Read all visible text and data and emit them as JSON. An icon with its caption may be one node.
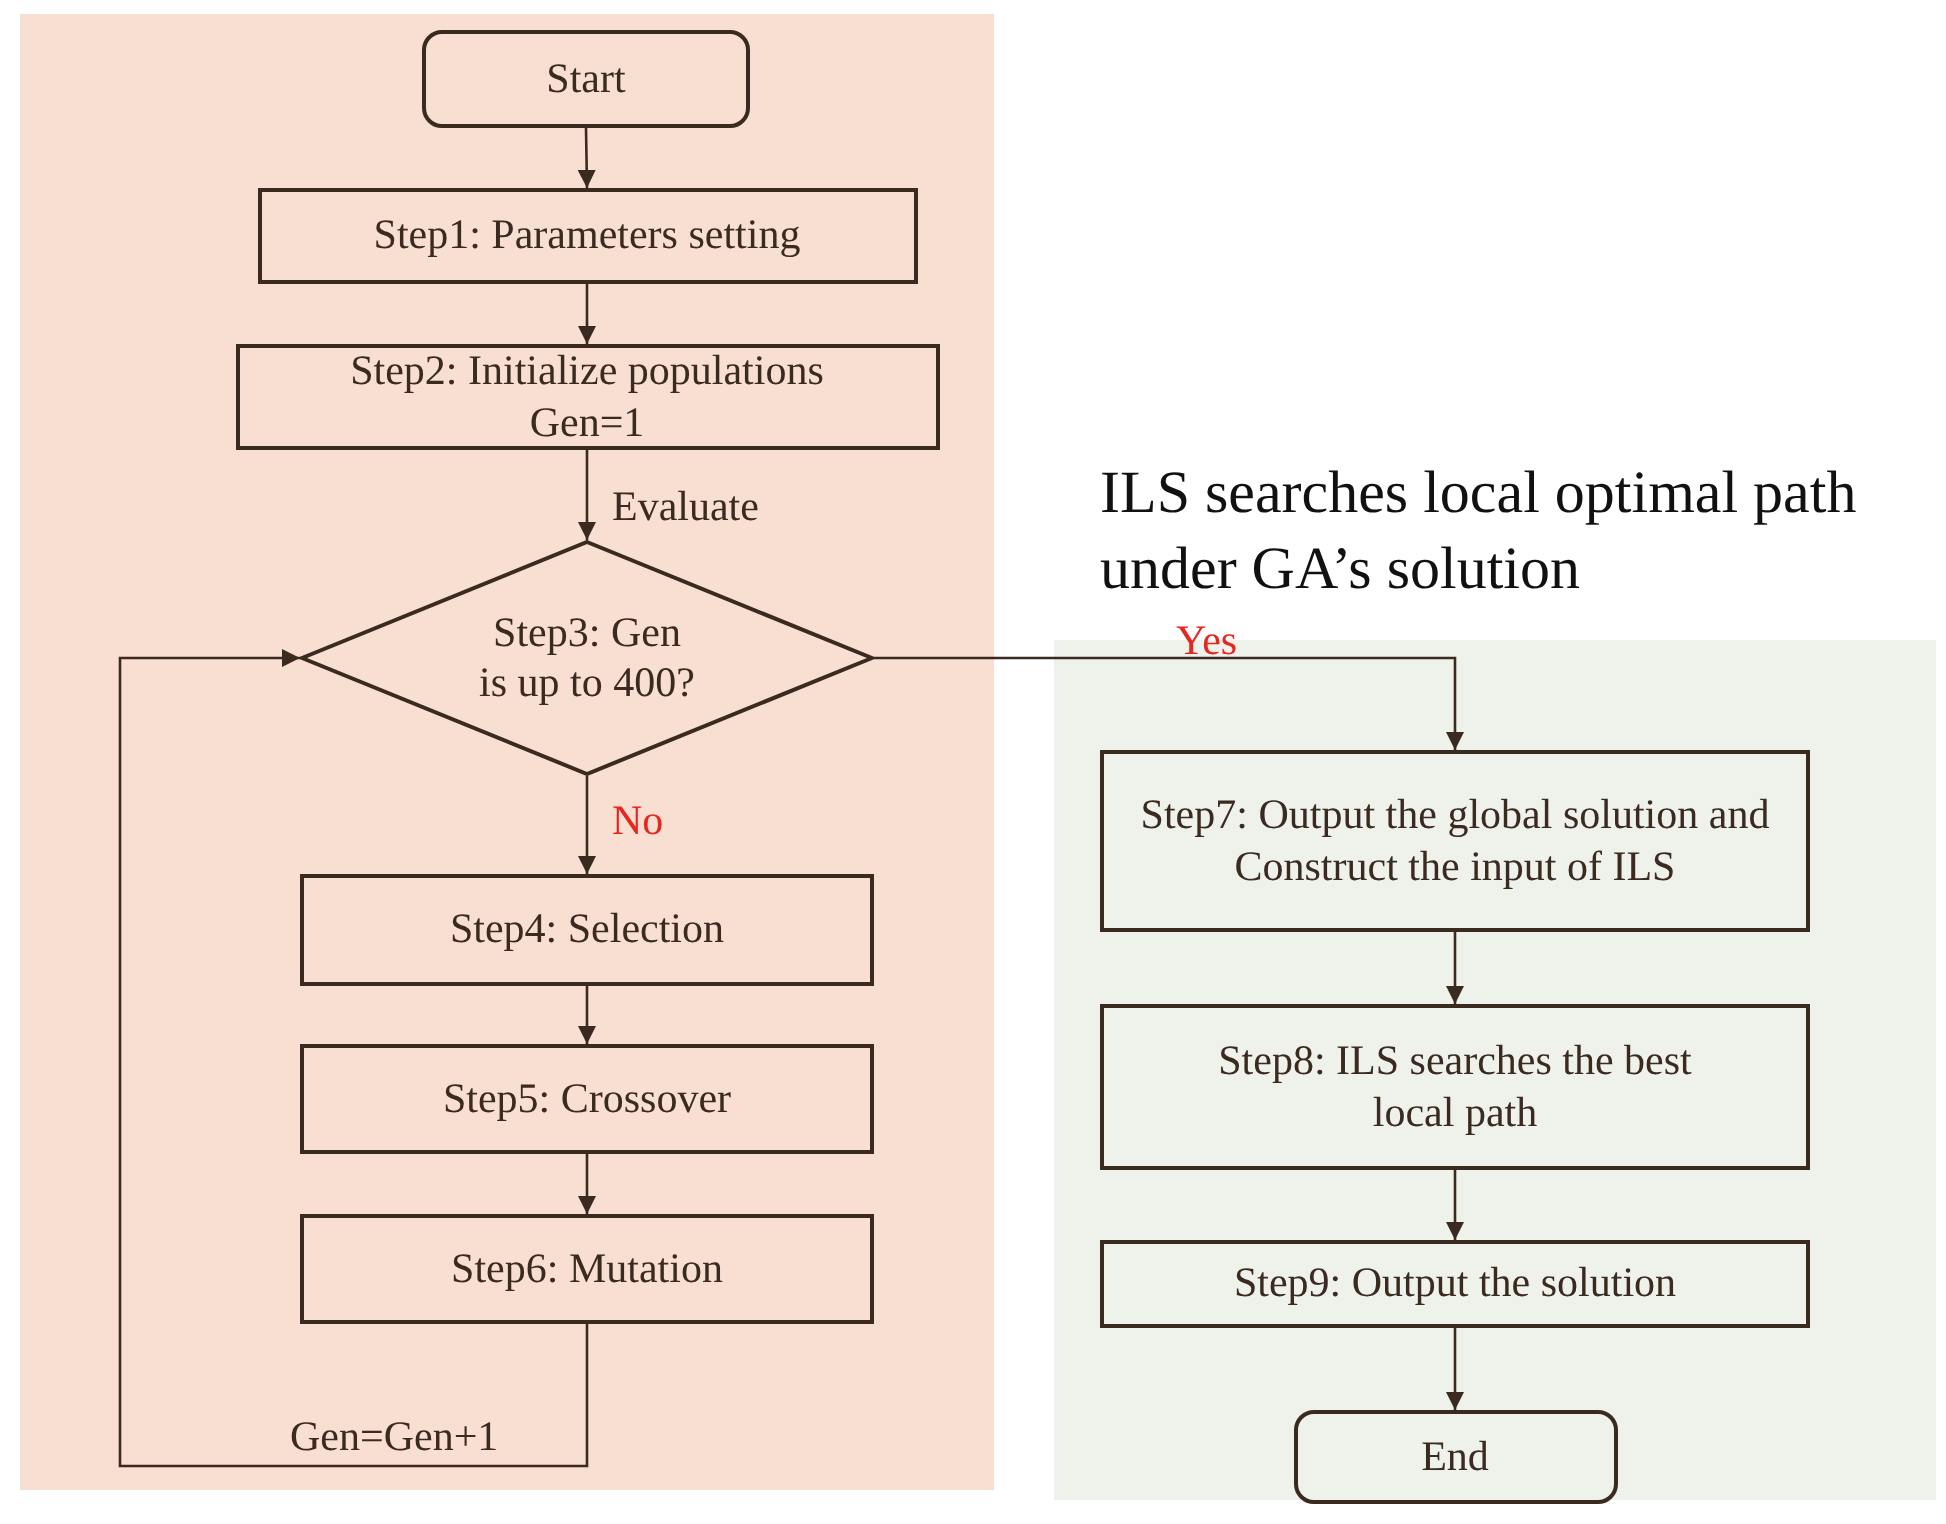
{
  "diagram": {
    "nodes": [
      {
        "text": [],
        "shape": "box"
      },
      {
        "text": [
          "Start"
        ],
        "in": 0
      },
      {
        "text": [
          "Step1: Parameters setting"
        ],
        "in": 0
      },
      {
        "text": [
          "Step2: Initialize populations Gen=1"
        ],
        "in": 0
      },
      {
        "text": [
          "Step3: Gen is up to 400?"
        ],
        "in": 0
      },
      {
        "text": [
          "Step4: Selection"
        ],
        "in": 0
      },
      {
        "text": [
          "Step5: Crossover"
        ],
        "in": 0
      },
      {
        "text": [
          "Step6: Mutation"
        ],
        "in": 0
      },
      {
        "text": [
          "ILS searches local optimal path under GA’s solution"
        ]
      },
      {
        "text": [
          "Step7: Output the global solution and Construct the input of ILS"
        ],
        "in": 8
      },
      {
        "text": [
          "Step8: ILS searches the best local path"
        ],
        "in": 8
      },
      {
        "text": [
          "Step9: Output the solution"
        ],
        "in": 8
      },
      {
        "text": [
          "End"
        ],
        "in": 8
      }
    ],
    "edges": [
      {
        "from": 1,
        "to": 2,
        "arrow": "to"
      },
      {
        "from": 2,
        "to": 3,
        "arrow": "to"
      },
      {
        "from": 3,
        "to": 4,
        "arrow": "to",
        "label": "Evaluate"
      },
      {
        "from": 4,
        "to": 5,
        "arrow": "to",
        "label": "No"
      },
      {
        "from": 5,
        "to": 6,
        "arrow": "to"
      },
      {
        "from": 6,
        "to": 7,
        "arrow": "to"
      },
      {
        "from": 7,
        "to": 4,
        "arrow": "to",
        "label": "Gen=Gen+1"
      },
      {
        "from": 4,
        "to": 9,
        "arrow": "to",
        "label": "Yes"
      },
      {
        "from": 9,
        "to": 10,
        "arrow": "to"
      },
      {
        "from": 10,
        "to": 11,
        "arrow": "to"
      },
      {
        "from": 11,
        "to": 12,
        "arrow": "to"
      }
    ]
  }
}
